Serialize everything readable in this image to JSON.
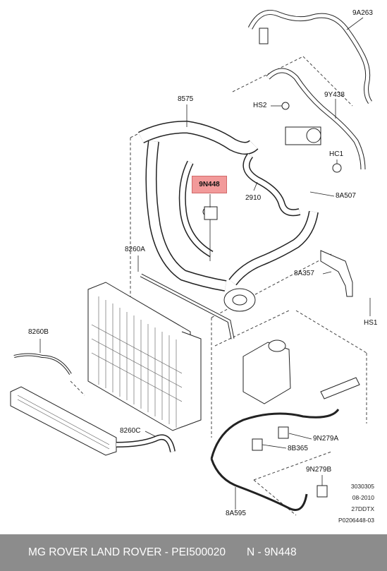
{
  "labels": {
    "l9A263": "9A263",
    "l8575": "8575",
    "lHS2": "HS2",
    "l9Y438": "9Y438",
    "lHC1": "HC1",
    "l9N448": "9N448",
    "l2910": "2910",
    "l8A507": "8A507",
    "l8260A": "8260A",
    "l8A357": "8A357",
    "lHS1": "HS1",
    "l8260B": "8260B",
    "l8260C": "8260C",
    "l9N279A": "9N279A",
    "l8B365": "8B365",
    "l9N279B": "9N279B",
    "l8A595": "8A595"
  },
  "meta": {
    "m1": "3030305",
    "m2": "08-2010",
    "m3": "27DDTX",
    "m4": "P0206448-03"
  },
  "footer": {
    "brand": "MG ROVER LAND ROVER - PEI500020",
    "part": "N - 9N448"
  },
  "colors": {
    "highlight": "#f29a9a",
    "footer_bg": "#8c8c8c"
  }
}
